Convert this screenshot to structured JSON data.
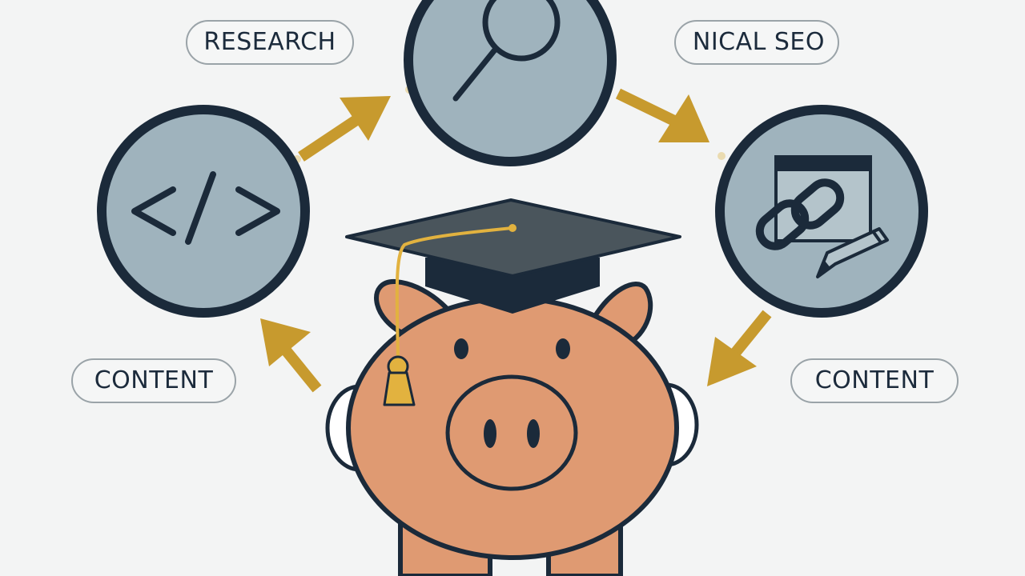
{
  "labels": {
    "research": "RESEARCH",
    "technical_seo": "NICAL SEO",
    "content_left": "CONTENT",
    "content_right": "CONTENT"
  },
  "icons": {
    "top": "magnifying-glass-icon",
    "left": "code-brackets-icon",
    "right": "link-chain-pencil-icon",
    "center": "piggy-bank-graduation-cap"
  },
  "colors": {
    "background": "#f3f4f4",
    "circle_fill": "#9fb3bd",
    "outline": "#1b2a3a",
    "arrow": "#c79a2e",
    "pig": "#df9a72",
    "cap": "#3e4a52",
    "tassel": "#e2b23f"
  }
}
